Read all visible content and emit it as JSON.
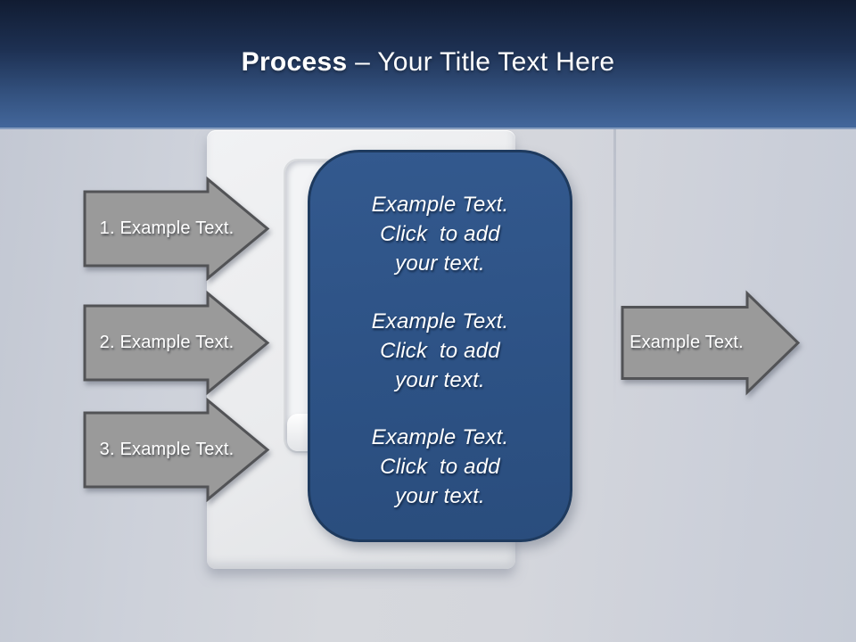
{
  "header": {
    "title_bold": "Process",
    "title_rest": " – Your Title Text Here"
  },
  "arrows": {
    "left": [
      {
        "label": "1. Example Text."
      },
      {
        "label": "2. Example Text."
      },
      {
        "label": "3. Example Text."
      }
    ],
    "right": {
      "label": "Example Text."
    }
  },
  "panel": {
    "blocks": [
      {
        "text": "Example Text.\nClick  to add\nyour text."
      },
      {
        "text": "Example Text.\nClick  to add\nyour text."
      },
      {
        "text": "Example Text.\nClick  to add\nyour text."
      }
    ]
  },
  "colors": {
    "header_top": "#111c32",
    "header_bottom": "#44689d",
    "panel_fill": "#2d5285",
    "panel_border": "#1e3a5e",
    "arrow_fill": "#9a9a9a",
    "arrow_border": "#525356"
  }
}
